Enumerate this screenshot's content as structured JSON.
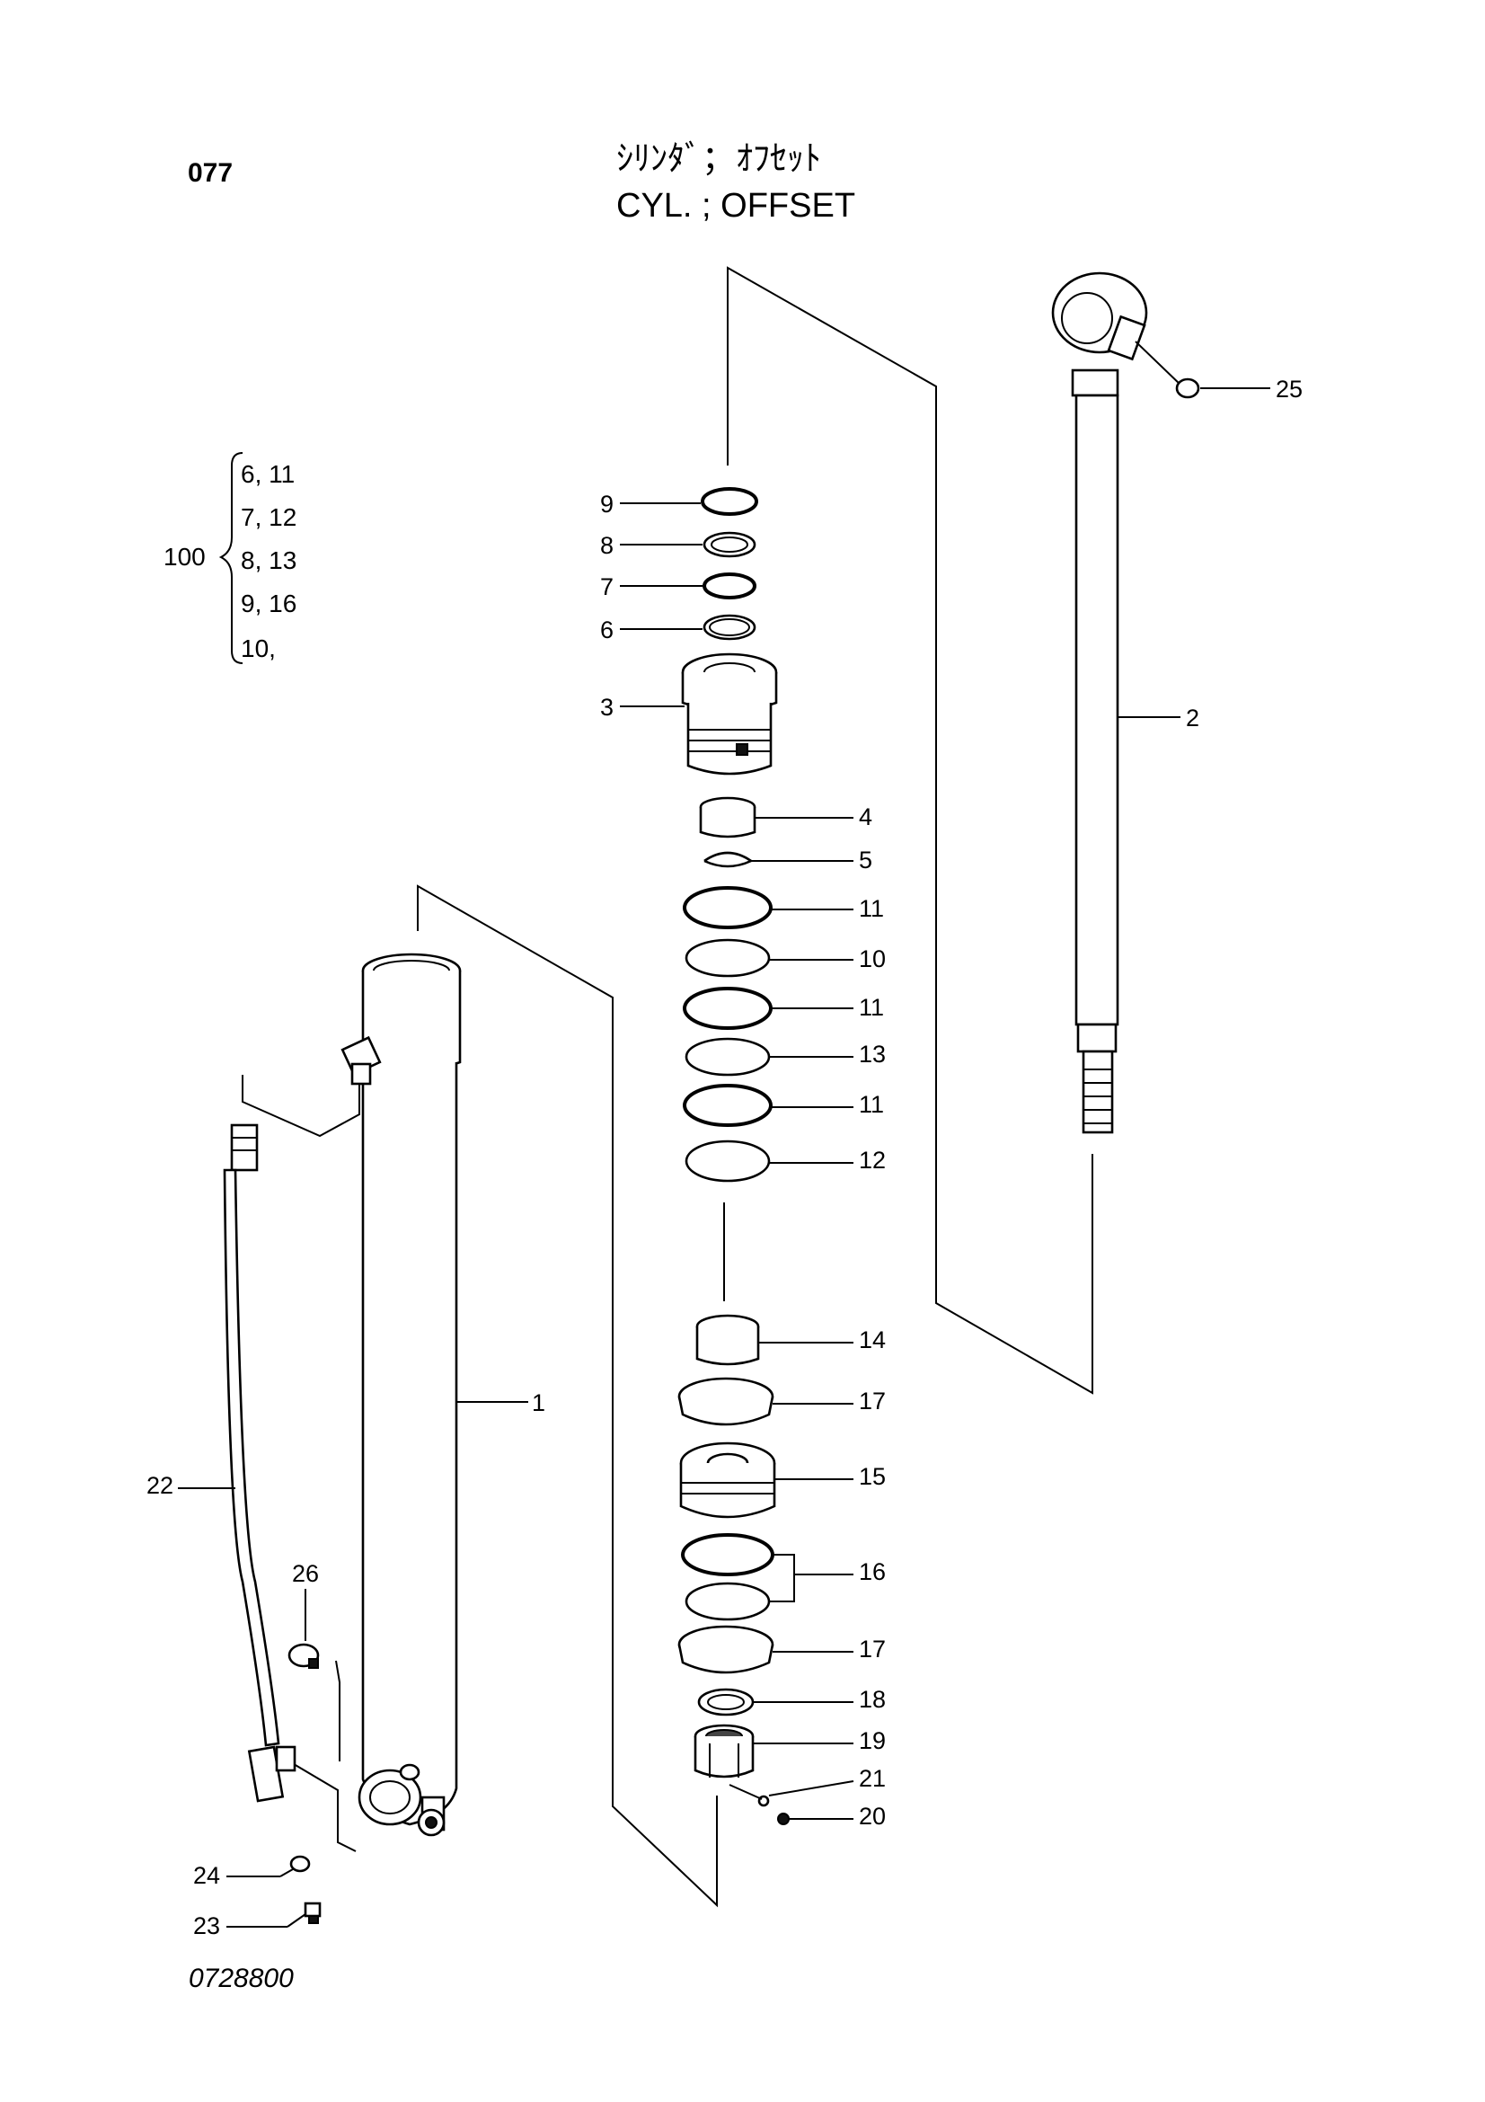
{
  "header": {
    "page_number": "077",
    "title_japanese": "ｼﾘﾝﾀﾞ；ｵﾌｾｯﾄ",
    "title_english": "CYL. ; OFFSET"
  },
  "footer": {
    "drawing_number": "0728800"
  },
  "seal_kit": {
    "label": "100",
    "rows": [
      "6,  11",
      "7,  12",
      "8,  13",
      "9,  16",
      "10,"
    ]
  },
  "callouts": [
    "1",
    "2",
    "3",
    "4",
    "5",
    "6",
    "7",
    "8",
    "9",
    "10",
    "11",
    "11",
    "11",
    "12",
    "13",
    "14",
    "15",
    "16",
    "17",
    "17",
    "18",
    "19",
    "20",
    "21",
    "22",
    "23",
    "24",
    "25",
    "26"
  ]
}
